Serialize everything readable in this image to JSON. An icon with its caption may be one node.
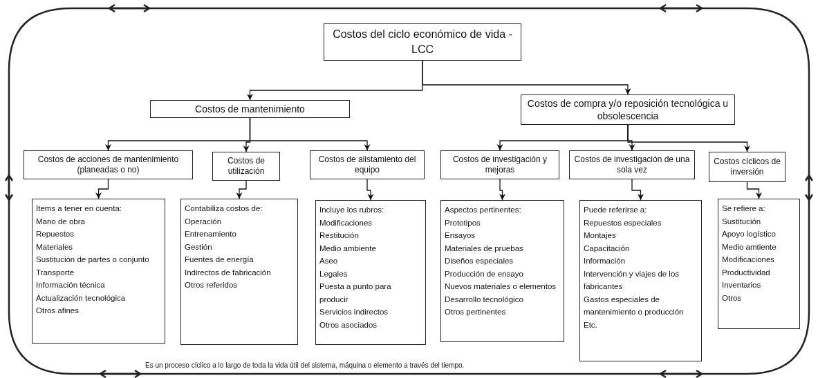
{
  "diagram": {
    "caption": "Es un proceso cíclico a lo largo de toda la vida útil del sistema, máquina o elemento a través del tiempo.",
    "nodes": [
      {
        "text": [
          "Costos del ciclo económico de vida - LCC"
        ]
      },
      {
        "text": [
          "Costos de mantenimiento"
        ]
      },
      {
        "text": [
          "Costos de compra y/o reposición tecnológica u obsolescencia"
        ]
      },
      {
        "text": [
          "Costos de acciones de mantenimiento (planeadas o no)"
        ]
      },
      {
        "text": [
          "Costos de utilización"
        ]
      },
      {
        "text": [
          "Costos de alistamiento del equipo"
        ]
      },
      {
        "text": [
          "Costos de investigación y mejoras"
        ]
      },
      {
        "text": [
          "Costos de investigación de una sola vez"
        ]
      },
      {
        "text": [
          "Costos cíclicos de inversión"
        ]
      },
      {
        "text": [
          "Items a tener en cuenta:",
          "Mano de obra",
          "Repuestos",
          "Materiales",
          "Sustitución de partes o conjunto",
          "Transporte",
          "Información técnica",
          "Actualización tecnológica",
          "Otros afines"
        ]
      },
      {
        "text": [
          "Contabiliza costos de:",
          "Operación",
          "Entrenamiento",
          "Gestión",
          "Fuentes de energía",
          "Indirectos de fabricación",
          "Otros referidos"
        ]
      },
      {
        "text": [
          "Incluye los rubros:",
          "Modificaciones",
          "Restitución",
          "Medio ambiente",
          "Aseo",
          "Legales",
          "Puesta a punto para producir",
          "Servicios indirectos",
          "Otros asociados"
        ]
      },
      {
        "text": [
          "Aspectos pertinentes:",
          "Prototipos",
          "Ensayos",
          "Materiales de pruebas",
          "Diseños especiales",
          "Producción de ensayo",
          "Nuevos materiales o elementos",
          "Desarrollo tecnológico",
          "Otros pertinentes"
        ]
      },
      {
        "text": [
          "Puede referirse a:",
          "Repuestos especiales",
          "Montajes",
          "Capacitación",
          "Información",
          "Intervención y viajes de los fabricantes",
          "Gastos especiales de mantenimiento o producción",
          "Etc."
        ]
      },
      {
        "text": [
          "Se refiere a:",
          "Sustitución",
          "Apoyo logístico",
          "Medio amtiente",
          "Modificaciones",
          "Productividad",
          "Inventarios",
          "Otros"
        ]
      }
    ],
    "edges": [
      {
        "from": 0,
        "to": 1,
        "arrow": "to"
      },
      {
        "from": 0,
        "to": 2,
        "arrow": "to"
      },
      {
        "from": 1,
        "to": 3,
        "arrow": "to"
      },
      {
        "from": 1,
        "to": 4,
        "arrow": "to"
      },
      {
        "from": 1,
        "to": 5,
        "arrow": "to"
      },
      {
        "from": 2,
        "to": 6,
        "arrow": "to"
      },
      {
        "from": 2,
        "to": 7,
        "arrow": "to"
      },
      {
        "from": 2,
        "to": 8,
        "arrow": "to"
      },
      {
        "from": 3,
        "to": 9,
        "arrow": "to"
      },
      {
        "from": 4,
        "to": 10,
        "arrow": "to"
      },
      {
        "from": 5,
        "to": 11,
        "arrow": "to"
      },
      {
        "from": 6,
        "to": 12,
        "arrow": "to"
      },
      {
        "from": 7,
        "to": 13,
        "arrow": "to"
      },
      {
        "from": 8,
        "to": 14,
        "arrow": "to"
      }
    ]
  }
}
